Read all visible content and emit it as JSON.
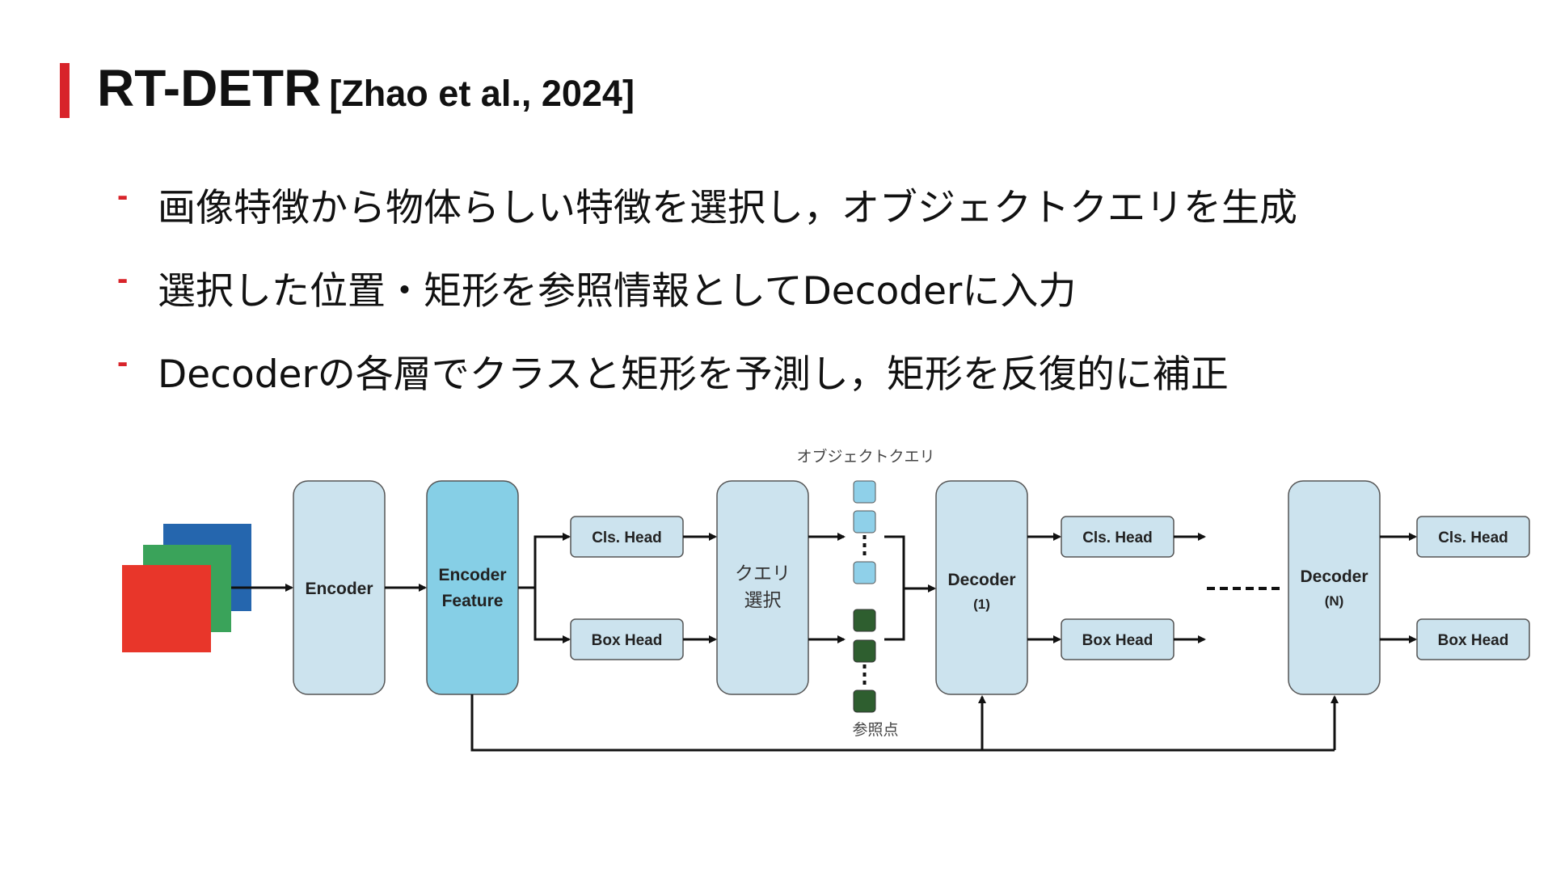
{
  "slide": {
    "title": "RT-DETR",
    "citation": "[Zhao et al., 2024]",
    "accent_color": "#d8232a"
  },
  "bullets": [
    {
      "marker": "-",
      "text": "画像特徴から物体らしい特徴を選択し，オブジェクトクエリを生成"
    },
    {
      "marker": "-",
      "text": "選択した位置・矩形を参照情報としてDecoderに入力"
    },
    {
      "marker": "-",
      "text": "Decoderの各層でクラスと矩形を予測し，矩形を反復的に補正"
    }
  ],
  "diagram": {
    "input_image_colors": [
      "#e8362a",
      "#3aa35a",
      "#2566ae"
    ],
    "encoder": "Encoder",
    "encoder_feature": {
      "line1": "Encoder",
      "line2": "Feature"
    },
    "cls_head": "Cls. Head",
    "box_head": "Box Head",
    "query_select": {
      "line1": "クエリ",
      "line2": "選択"
    },
    "object_query_label": "オブジェクトクエリ",
    "reference_points_label": "参照点",
    "decoder_1": {
      "line1": "Decoder",
      "line2": "(1)"
    },
    "decoder_n": {
      "line1": "Decoder",
      "line2": "(N)"
    },
    "colors": {
      "light_box": "#cce3ee",
      "feature_box": "#86cfe6",
      "query_square": "#8fd0e9",
      "ref_square": "#2e5e2f",
      "stroke": "#555555",
      "arrow": "#111111"
    }
  }
}
